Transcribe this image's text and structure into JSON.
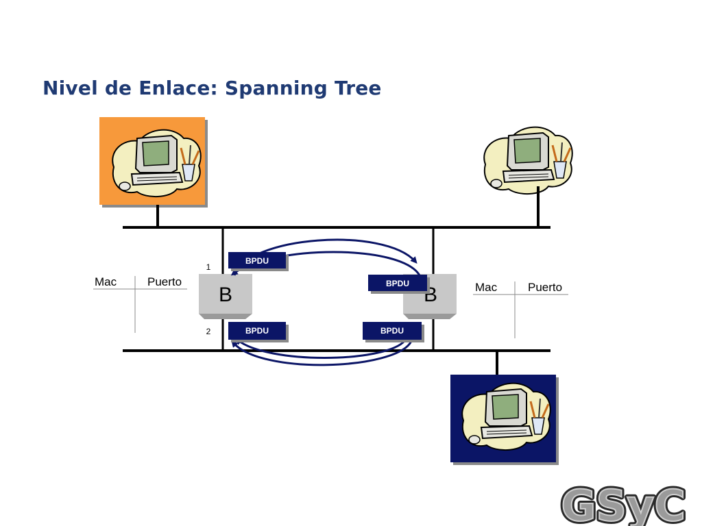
{
  "slide": {
    "title": "Nivel de Enlace: Spanning Tree"
  },
  "colors": {
    "title": "#1f3a73",
    "host_top_left_bg": "#f7993b",
    "host_bottom_right_bg": "#0b1566",
    "bpdu_bg": "#0b1566",
    "arrow": "#0b1566",
    "bridge": "#c8c8c8"
  },
  "bridges": {
    "left": {
      "label": "B",
      "port1": "1",
      "port2": "2"
    },
    "right": {
      "label": "B"
    }
  },
  "tables": {
    "left": {
      "col1": "Mac",
      "col2": "Puerto"
    },
    "right": {
      "col1": "Mac",
      "col2": "Puerto"
    }
  },
  "bpdus": {
    "top_left": "BPDU",
    "top_right": "BPDU",
    "bottom_left": "BPDU",
    "bottom_right": "BPDU"
  },
  "hosts": [
    {
      "icon": "computer-icon"
    },
    {
      "icon": "computer-icon"
    },
    {
      "icon": "computer-icon"
    }
  ],
  "logo": {
    "text": "GSyC"
  }
}
